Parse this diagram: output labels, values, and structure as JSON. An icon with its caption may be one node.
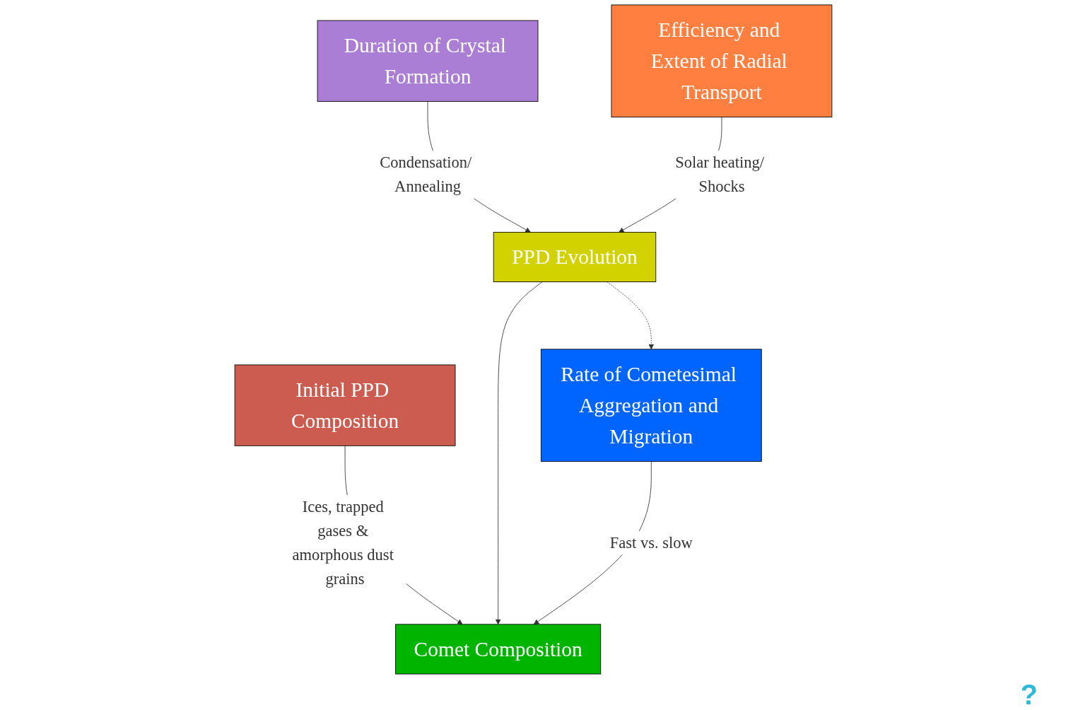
{
  "diagram": {
    "nodes": [
      {
        "text": [
          "Initial PPD Composition"
        ]
      },
      {
        "text": [
          "Duration of Crystal Formation"
        ]
      },
      {
        "text": [
          "Comet Composition"
        ]
      },
      {
        "text": [
          "PPD Evolution"
        ]
      },
      {
        "text": [
          "Rate of Cometesimal Aggregation and Migration"
        ]
      },
      {
        "text": [
          "Efficiency and Extent of Radial Transport"
        ]
      }
    ],
    "edges": [
      {
        "from": 0,
        "to": 2,
        "arrow": "to",
        "label": "Ices, trapped gases & amorphous dust grains"
      },
      {
        "from": 1,
        "to": 3,
        "arrow": "to",
        "label": "Condensation/ Annealing"
      },
      {
        "from": 3,
        "to": 2,
        "arrow": "to"
      },
      {
        "from": 3,
        "to": 4,
        "arrow": "to",
        "style": "dashed"
      },
      {
        "from": 4,
        "to": 2,
        "arrow": "to",
        "label": "Fast vs. slow"
      },
      {
        "from": 5,
        "to": 3,
        "arrow": "to",
        "label": "Solar heating/ Shocks"
      }
    ],
    "labels": [
      "?"
    ]
  }
}
